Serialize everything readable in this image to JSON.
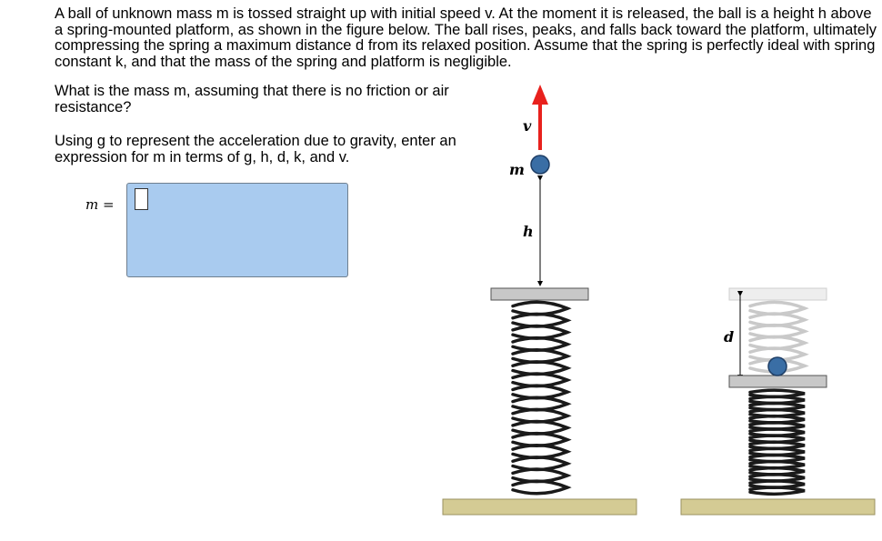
{
  "problem": {
    "text": "A ball of unknown mass m is tossed straight up with initial speed v. At the moment it is released, the ball is a height h above a spring-mounted platform, as shown in the figure below. The ball rises, peaks, and falls back toward the platform, ultimately compressing the spring a maximum distance d from its relaxed position. Assume that the spring is perfectly ideal with spring constant k, and that the mass of the spring and platform is negligible."
  },
  "question": {
    "text": "What is the mass m, assuming that there is no friction or air resistance?",
    "instruction": "Using g to represent the acceleration due to gravity, enter an expression for m in terms of g, h, d, k, and v."
  },
  "answer": {
    "label": "m =",
    "value": ""
  },
  "figure": {
    "label_v": "v",
    "label_m": "m",
    "label_h": "h",
    "label_d": "d",
    "colors": {
      "arrow": "#e8211d",
      "ball": "#3a6ea5",
      "platform": "#c8c8c8",
      "ground": "#d4cb94"
    }
  }
}
